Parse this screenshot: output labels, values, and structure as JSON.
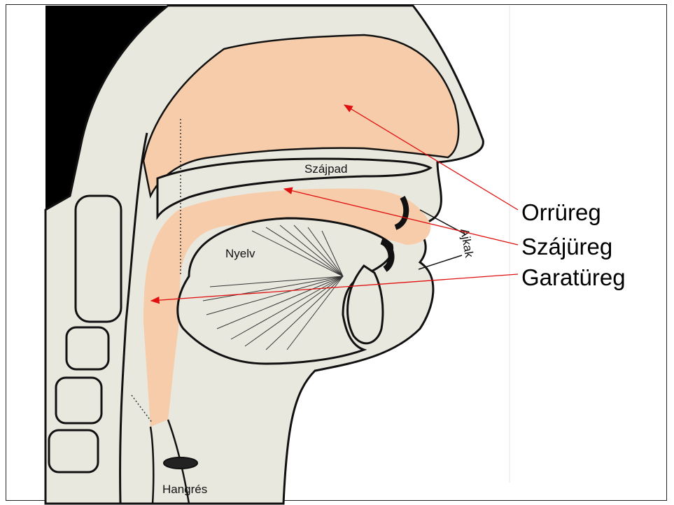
{
  "colors": {
    "tissue": "#e9e8df",
    "cavity": "#f6ccaa",
    "outline": "#111111",
    "background": "#000000",
    "arrow": "#e01010"
  },
  "labels": {
    "orrureg": "Orrüreg",
    "szajureg": "Szájüreg",
    "garatureg": "Garatüreg"
  },
  "anatomy": {
    "szajpad": "Szájpad",
    "nyelv": "Nyelv",
    "ajkak": "Ajkak",
    "hangres": "Hangrés"
  }
}
